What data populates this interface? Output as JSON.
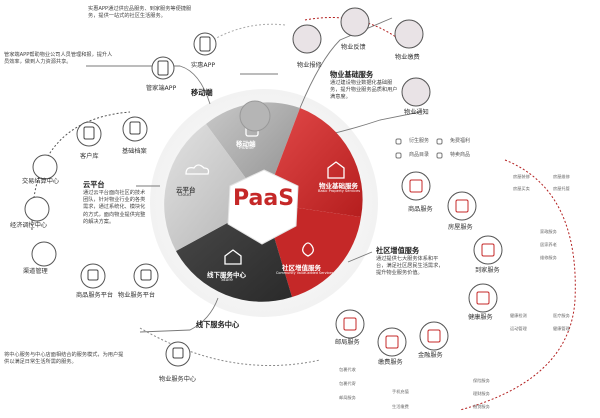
{
  "center": {
    "title": "PaaS"
  },
  "segments": {
    "mobile": {
      "cn": "移动端",
      "en": "Mobile"
    },
    "property": {
      "cn": "物业基础服务",
      "en": "Basic Property Services"
    },
    "community": {
      "cn": "社区增值服务",
      "en": "Community Value-added Services"
    },
    "store": {
      "cn": "线下服务中心",
      "en": "Store"
    },
    "cloud": {
      "cn": "云平台",
      "en": "Cloud"
    }
  },
  "mobile_branch": {
    "heading": "移动端",
    "desc_top": "实惠APP通过供应品服务、到家服务等便捷服务，提供一站式的社区生活服务。",
    "desc_mgr": "管家端APP帮助物业公司人员管理和报，提升人员效率，做到人力资源共享。",
    "app1": "实惠APP",
    "app2": "管家端APP"
  },
  "property_branch": {
    "heading": "物业基础服务",
    "desc": "通过建设物业数据化基础服务，提升物业服务品质和用户满意度。",
    "items": [
      "物业报修",
      "物业反馈",
      "物业缴费",
      "物业通知"
    ]
  },
  "cloud_branch": {
    "heading": "云平台",
    "desc": "通过云平台面向社区的技术团队，针对物业行业的各类需求，通过系统化、模块化的方式，面向物业提供完整的解决方案。",
    "nodes": [
      "客户库",
      "基础档案",
      "交易结算中心",
      "经济调控中心",
      "渠道管理",
      "商品服务平台",
      "物业服务平台"
    ]
  },
  "store_branch": {
    "heading": "线下服务中心",
    "desc": "将中心服务与中心店面相结合的服务模式，为用户提供以满足日常生活所需的服务。",
    "node": "物业服务中心"
  },
  "community_branch": {
    "heading": "社区增值服务",
    "desc": "通过提供七大服务体系和平台，满足社区居民生活需求，提升物业服务价值。",
    "top_items": [
      "衍生服务",
      "免费福利",
      "商品目录",
      "特卖商品"
    ],
    "nodes": [
      "商品服务",
      "房屋服务",
      "到家服务",
      "健康服务",
      "金融服务",
      "缴费服务",
      "邮局服务"
    ],
    "house_items": [
      "房屋装修",
      "房屋维修",
      "房屋买卖",
      "房屋托管"
    ],
    "home_items": [
      "家政服务",
      "居家养老",
      "维修服务"
    ],
    "health_items": [
      "健康检测",
      "医疗服务",
      "运动管理",
      "健康管理"
    ],
    "finance_items": [
      "保险服务",
      "理财服务",
      "借贷服务"
    ],
    "pay_items": [
      "手机充值",
      "生活缴费"
    ],
    "post_items": [
      "包裹代收",
      "包裹代寄",
      "邮局服务"
    ]
  }
}
